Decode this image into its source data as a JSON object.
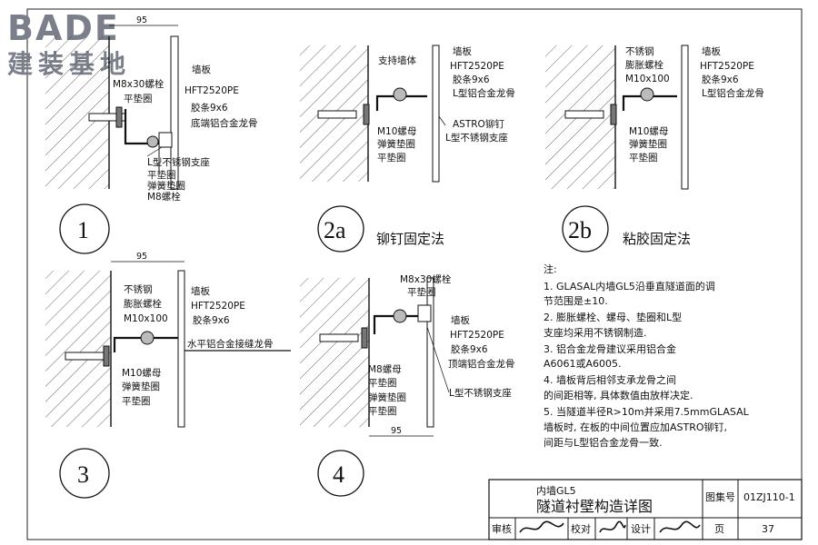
{
  "logo": {
    "brand": "BADE",
    "tagline": "建装基地"
  },
  "detail1": {
    "labels": [
      "墙板",
      "HFT2520PE",
      "胶条9x6",
      "底端铝合金龙骨",
      "M8x30螺栓",
      "平垫圈",
      "L型不锈钢支座",
      "平垫圈",
      "弹簧垫圈",
      "M8螺栓"
    ],
    "dim": "95",
    "number": "1"
  },
  "detail2a": {
    "labels": [
      "支持墙体",
      "墙板",
      "HFT2520PE",
      "胶条9x6",
      "L型铝合金龙骨",
      "ASTRO铆钉",
      "L型不锈钢支座",
      "M10螺母",
      "弹簧垫圈",
      "平垫圈"
    ],
    "number": "2a",
    "method": "铆钉固定法"
  },
  "detail2b": {
    "labels": [
      "不锈钢",
      "膨胀螺栓",
      "M10x100",
      "墙板",
      "HFT2520PE",
      "胶条9x6",
      "L型铝合金龙骨",
      "M10螺母",
      "弹簧垫圈",
      "平垫圈"
    ],
    "number": "2b",
    "method": "粘胶固定法"
  },
  "detail3": {
    "labels": [
      "不锈钢",
      "膨胀螺栓",
      "M10x100",
      "墙板",
      "HFT2520PE",
      "胶条9x6",
      "水平铝合金接缝龙骨",
      "M10螺母",
      "弹簧垫圈",
      "平垫圈"
    ],
    "dim": "95",
    "number": "3"
  },
  "detail4": {
    "labels": [
      "M8x30螺栓",
      "平垫圈",
      "墙板",
      "HFT2520PE",
      "胶条9x6",
      "顶端铝合金龙骨",
      "L型不锈钢支座",
      "M8螺母",
      "平垫圈",
      "弹簧垫圈",
      "平垫圈"
    ],
    "dim": "95",
    "number": "4"
  },
  "notes": {
    "title": "注:",
    "lines": [
      "1. GLASAL内墙GL5沿垂直隧道面的调",
      "节范围是±10.",
      "2. 膨胀螺栓、螺母、垫圈和L型",
      "支座均采用不锈钢制造.",
      "3. 铝合金龙骨建议采用铝合金",
      "A6061或A6005.",
      "4. 墙板背后相邻支承龙骨之间",
      "的间距相等, 具体数值由放样决定.",
      "5. 当隧道半径R>10m并采用7.5mmGLASAL",
      "墙板时, 在板的中间位置应加ASTRO铆钉,",
      "间距与L型铝合金龙骨一致."
    ]
  },
  "title_block": {
    "subtitle": "内墙GL5",
    "title": "隧道衬壁构造详图",
    "atlas_label": "图集号",
    "atlas_no": "01ZJ110-1",
    "review_label": "审核",
    "check_label": "校对",
    "design_label": "设计",
    "page_label": "页",
    "page_no": "37"
  }
}
